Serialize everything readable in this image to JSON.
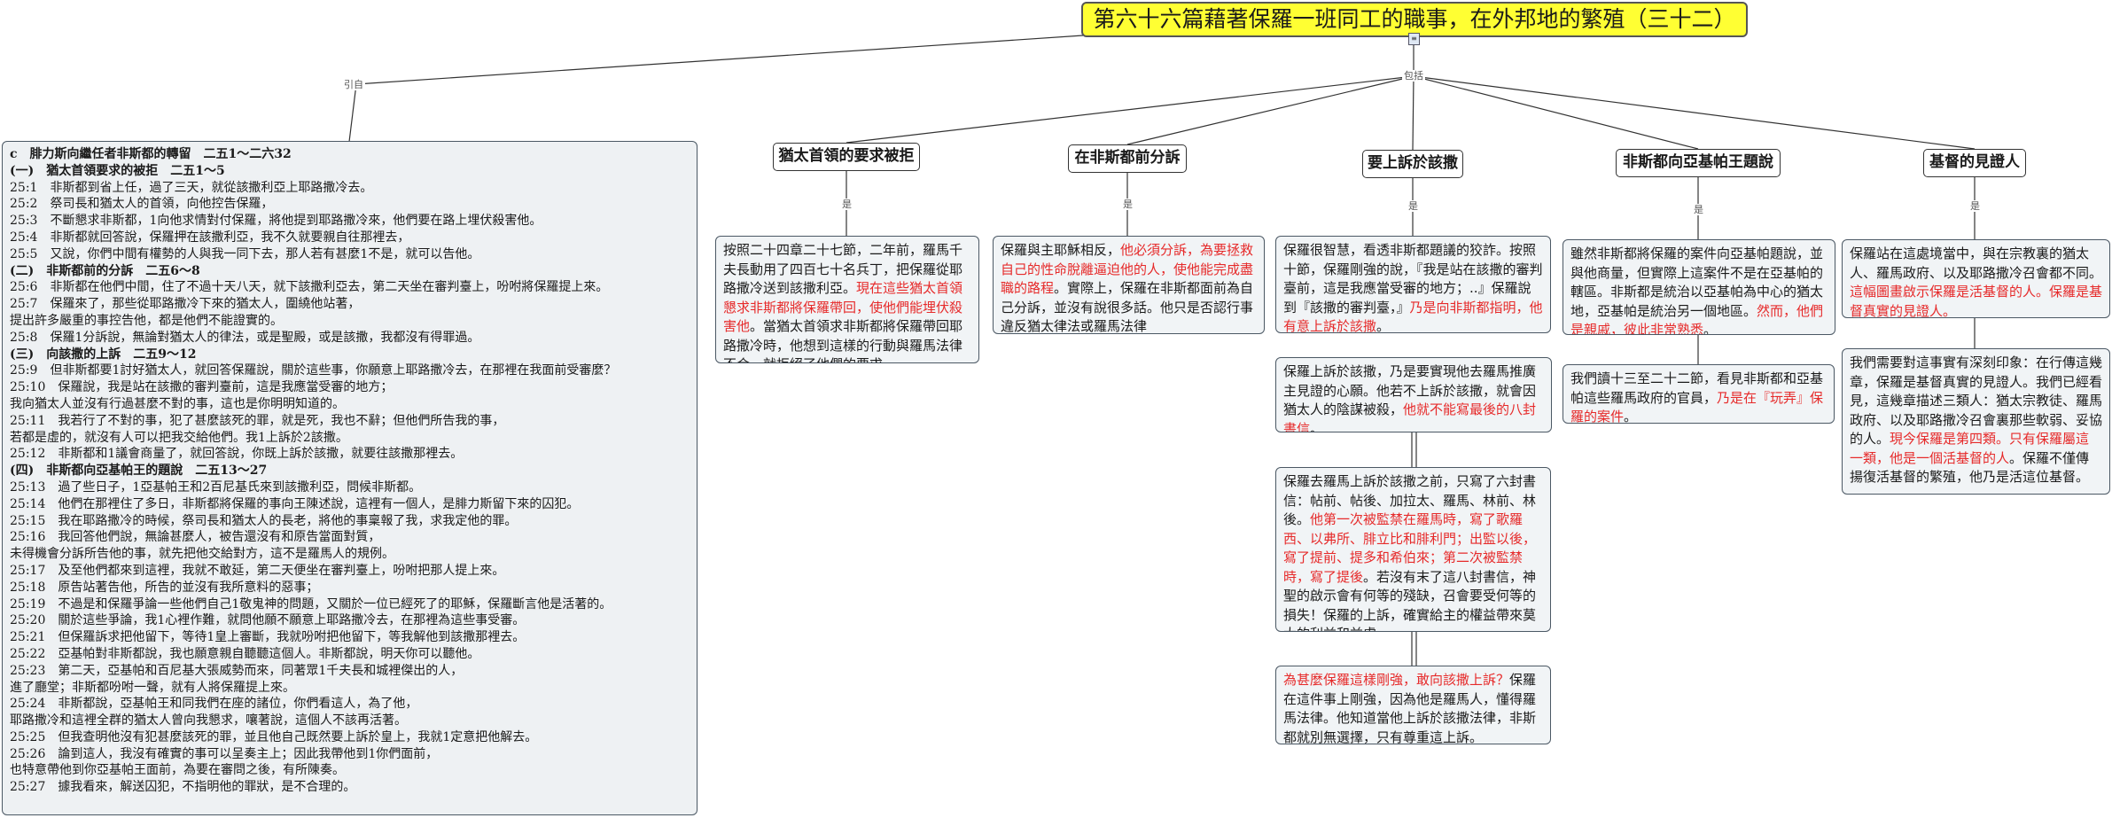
{
  "title": "第六十六篇藉著保羅一班同工的職事，在外邦地的繁殖（三十二）",
  "labels": {
    "cite": "引自",
    "contains": "包括",
    "is": "是"
  },
  "left": [
    {
      "t": "c　腓力斯向繼任者非斯都的轉留　二五1～二六32",
      "h": true
    },
    {
      "t": "(一)　猶太首領要求的被拒　二五1～5",
      "h": true
    },
    {
      "t": "25:1　非斯都到省上任，過了三天，就從該撒利亞上耶路撒冷去。"
    },
    {
      "t": "25:2　祭司長和猶太人的首領，向他控告保羅，"
    },
    {
      "t": "25:3　不斷懇求非斯都，1向他求情對付保羅，將他提到耶路撒冷來，他們要在路上埋伏殺害他。"
    },
    {
      "t": "25:4　非斯都就回答說，保羅押在該撒利亞，我不久就要親自往那裡去，"
    },
    {
      "t": "25:5　又說，你們中間有權勢的人與我一同下去，那人若有甚麼1不是，就可以告他。"
    },
    {
      "t": "(二)　非斯都前的分訴　二五6～8",
      "h": true
    },
    {
      "t": "25:6　非斯都在他們中間，住了不過十天八天，就下該撒利亞去，第二天坐在審判臺上，吩咐將保羅提上來。"
    },
    {
      "t": "25:7　保羅來了，那些從耶路撒冷下來的猶太人，圍繞他站著，"
    },
    {
      "t": "提出許多嚴重的事控告他，都是他們不能證實的。"
    },
    {
      "t": "25:8　保羅1分訴說，無論對猶太人的律法，或是聖殿，或是該撒，我都沒有得罪過。"
    },
    {
      "t": "(三)　向該撒的上訴　二五9～12",
      "h": true
    },
    {
      "t": "25:9　但非斯都要1討好猶太人，就回答保羅說，關於這些事，你願意上耶路撒冷去，在那裡在我面前受審麼？"
    },
    {
      "t": "25:10　保羅說，我是站在該撒的審判臺前，這是我應當受審的地方；"
    },
    {
      "t": "我向猶太人並沒有行過甚麼不對的事，這也是你明明知道的。"
    },
    {
      "t": "25:11　我若行了不對的事，犯了甚麼該死的罪，就是死，我也不辭；但他們所告我的事，"
    },
    {
      "t": "若都是虛的，就沒有人可以把我交給他們。我1上訴於2該撒。"
    },
    {
      "t": "25:12　非斯都和1議會商量了，就回答說，你既上訴於該撒，就要往該撒那裡去。"
    },
    {
      "t": "(四)　非斯都向亞基帕王的題說　二五13～27",
      "h": true
    },
    {
      "t": "25:13　過了些日子，1亞基帕王和2百尼基氏來到該撒利亞，問候非斯都。"
    },
    {
      "t": "25:14　他們在那裡住了多日，非斯都將保羅的事向王陳述說，這裡有一個人，是腓力斯留下來的囚犯。"
    },
    {
      "t": "25:15　我在耶路撒冷的時候，祭司長和猶太人的長老，將他的事稟報了我，求我定他的罪。"
    },
    {
      "t": "25:16　我回答他們說，無論甚麼人，被告還沒有和原告當面對質，"
    },
    {
      "t": "未得機會分訴所告他的事，就先把他交給對方，這不是羅馬人的規例。"
    },
    {
      "t": "25:17　及至他們都來到這裡，我就不敢延，第二天便坐在審判臺上，吩咐把那人提上來。"
    },
    {
      "t": "25:18　原告站著告他，所告的並沒有我所意料的惡事；"
    },
    {
      "t": "25:19　不過是和保羅爭論一些他們自己1敬鬼神的問題，又關於一位已經死了的耶穌，保羅斷言他是活著的。"
    },
    {
      "t": "25:20　關於這些爭論，我1心裡作難，就問他願不願意上耶路撒冷去，在那裡為這些事受審。"
    },
    {
      "t": "25:21　但保羅訴求把他留下，等待1皇上審斷，我就吩咐把他留下，等我解他到該撒那裡去。"
    },
    {
      "t": "25:22　亞基帕對非斯都說，我也願意親自聽聽這個人。非斯都說，明天你可以聽他。"
    },
    {
      "t": "25:23　第二天，亞基帕和百尼基大張威勢而來，同著眾1千夫長和城裡傑出的人，"
    },
    {
      "t": "進了廳堂；非斯都吩咐一聲，就有人將保羅提上來。"
    },
    {
      "t": "25:24　非斯都說，亞基帕王和同我們在座的諸位，你們看這人，為了他，"
    },
    {
      "t": "耶路撒冷和這裡全群的猶太人曾向我懇求，嚷著說，這個人不該再活著。"
    },
    {
      "t": "25:25　但我查明他沒有犯甚麼該死的罪，並且他自己既然要上訴於皇上，我就1定意把他解去。"
    },
    {
      "t": "25:26　論到這人，我沒有確實的事可以呈奏主上；因此我帶他到1你們面前，"
    },
    {
      "t": "也特意帶他到你亞基帕王面前，為要在審問之後，有所陳奏。"
    },
    {
      "t": "25:27　據我看來，解送囚犯，不指明他的罪狀，是不合理的。"
    }
  ],
  "nodes": [
    {
      "label": "猶太首領的要求被拒"
    },
    {
      "label": "在非斯都前分訴"
    },
    {
      "label": "要上訴於該撒"
    },
    {
      "label": "非斯都向亞基帕王題說"
    },
    {
      "label": "基督的見證人"
    }
  ],
  "boxes": [
    [
      {
        "t": "按照二十四章二十七節，二年前，羅馬千夫長動用了四百七十名兵丁，把保羅從耶路撒冷送到該撒利亞。"
      },
      {
        "t": "現在這些猶太首領懇求非斯都將保羅帶回，使他們能埋伏殺害他",
        "r": true
      },
      {
        "t": "。當猶太首領求非斯都將保羅帶回耶路撒冷時，他想到這樣的行動與羅馬法律不合，就拒絕了他們的要求。"
      }
    ],
    [
      {
        "t": "保羅與主耶穌相反，"
      },
      {
        "t": "他必須分訴，為要拯救自己的性命脫離逼迫他的人，使他能完成盡職的路程",
        "r": true
      },
      {
        "t": "。實際上，保羅在非斯都面前為自己分訴，並沒有說很多話。他只是否認行事違反猶太律法或羅馬法律"
      }
    ],
    [
      {
        "t": "保羅很智慧，看透非斯都題議的狡詐。按照十節，保羅剛強的說，『我是站在該撒的審判臺前，這是我應當受審的地方；..』保羅說到『該撒的審判臺，』"
      },
      {
        "t": "乃是向非斯都指明，他有意上訴於該撒",
        "r": true
      },
      {
        "t": "。"
      }
    ],
    [
      {
        "t": "雖然非斯都將保羅的案件向亞基帕題說，並與他商量，但實際上這案件不是在亞基帕的轄區。非斯都是統治以亞基帕為中心的猶太地，亞基帕是統治另一個地區。"
      },
      {
        "t": "然而，他們是親戚，彼此非常熟悉",
        "r": true
      },
      {
        "t": "。"
      }
    ],
    [
      {
        "t": "保羅站在這處境當中，與在宗教裏的猶太人、羅馬政府、以及耶路撒冷召會都不同。"
      },
      {
        "t": "這幅圖畫啟示保羅是活基督的人。保羅是基督真實的見證人。",
        "r": true
      }
    ],
    [
      {
        "t": "保羅上訴於該撒，乃是要實現他去羅馬推廣主見證的心願。他若不上訴於該撒，就會因猶太人的陰謀被殺，"
      },
      {
        "t": "他就不能寫最後的八封書信",
        "r": true
      },
      {
        "t": "。"
      }
    ],
    [
      {
        "t": "保羅去羅馬上訴於該撒之前，只寫了六封書信：帖前、帖後、加拉太、羅馬、林前、林後。"
      },
      {
        "t": "他第一次被監禁在羅馬時，寫了歌羅西、以弗所、腓立比和腓利門；出監以後，寫了提前、提多和希伯來；第二次被監禁時，寫了提後",
        "r": true
      },
      {
        "t": "。若沒有末了這八封書信，神聖的啟示會有何等的殘缺，召會要受何等的損失！保羅的上訴，確實給主的權益帶來莫大的利益和益處。"
      }
    ],
    [
      {
        "t": "為甚麼保羅這樣剛強，敢向該撒上訴？",
        "r": true
      },
      {
        "t": "保羅在這件事上剛強，因為他是羅馬人，懂得羅馬法律。他知道當他上訴於該撒法律，非斯都就別無選擇，只有尊重這上訴。"
      }
    ],
    [
      {
        "t": "我們讀十三至二十二節，看見非斯都和亞基帕這些羅馬政府的官員，"
      },
      {
        "t": "乃是在『玩弄』保羅的案件",
        "r": true
      },
      {
        "t": "。"
      }
    ],
    [
      {
        "t": "我們需要對這事實有深刻印象：在行傳這幾章，保羅是基督真實的見證人。我們已經看見，這幾章描述三類人：猶太宗教徒、羅馬政府、以及耶路撒冷召會裏那些軟弱、妥協的人。"
      },
      {
        "t": "現今保羅是第四類。只有保羅屬這一類，他是一個活基督的人",
        "r": true
      },
      {
        "t": "。保羅不僅傳揚復活基督的繁殖，他乃是活這位基督。"
      }
    ]
  ]
}
